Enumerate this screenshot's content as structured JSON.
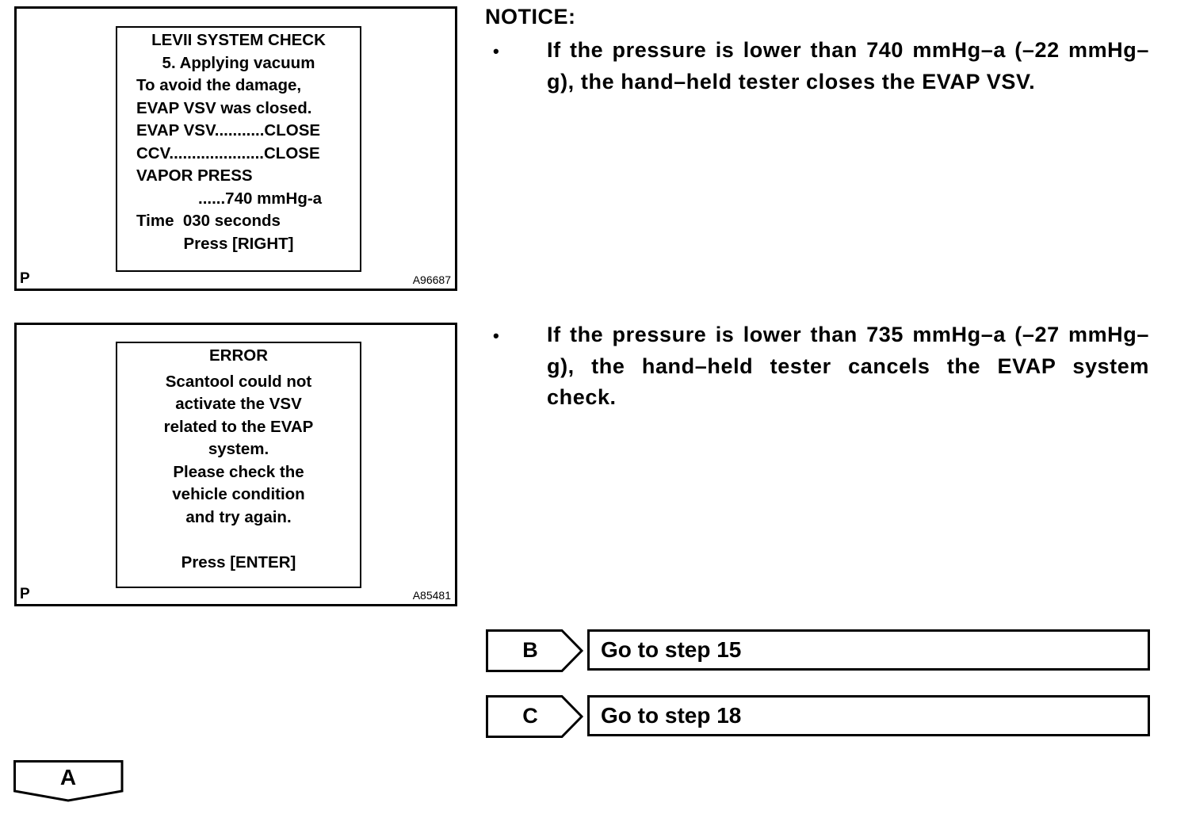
{
  "figure1": {
    "screen_lines": [
      "LEVII SYSTEM CHECK",
      "5. Applying vacuum",
      "To avoid the damage,",
      "EVAP VSV was closed.",
      "EVAP VSV...........CLOSE",
      "CCV.....................CLOSE",
      "VAPOR PRESS",
      "......740 mmHg-a",
      "Time  030 seconds",
      "Press [RIGHT]"
    ],
    "corner_label": "P",
    "code": "A96687"
  },
  "figure2": {
    "screen_lines": [
      "ERROR",
      "Scantool could not",
      "activate the VSV",
      "related to the EVAP",
      "system.",
      "Please check the",
      "vehicle condition",
      "and try again.",
      "",
      "Press [ENTER]"
    ],
    "corner_label": "P",
    "code": "A85481"
  },
  "notice": {
    "heading": "NOTICE:",
    "bullet_symbol": "•",
    "items": [
      "If the pressure is lower than 740 mmHg–a (–22 mmHg–g), the hand–held tester closes the EVAP VSV.",
      "If the pressure is lower than 735 mmHg–a (–27 mmHg–g), the hand–held tester cancels the EVAP system check."
    ]
  },
  "steps": [
    {
      "label": "B",
      "text": "Go to step 15"
    },
    {
      "label": "C",
      "text": "Go to step 18"
    }
  ],
  "result_a": {
    "label": "A"
  }
}
